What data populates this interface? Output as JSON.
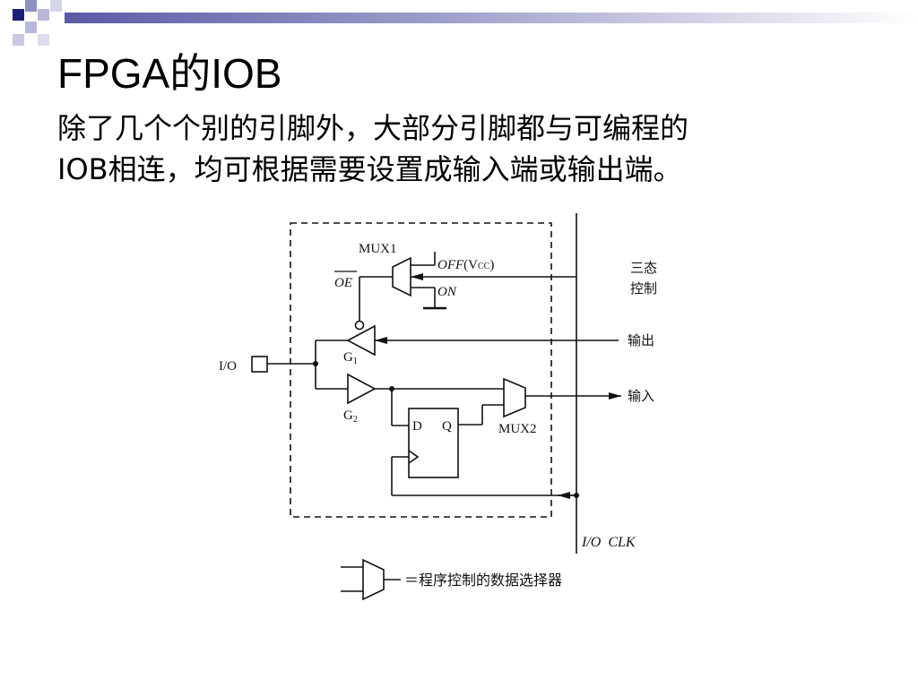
{
  "slide": {
    "title": "FPGA的IOB",
    "body_lines": [
      "除了几个个别的引脚外，大部分引脚都与可编程的",
      "IOB相连，均可根据需要设置成输入端或输出端。"
    ]
  },
  "diagram": {
    "mux1": "MUX1",
    "mux2": "MUX2",
    "off_label": "OFF",
    "vcc_open": "(V",
    "vcc_sub": "CC",
    "vcc_close": ")",
    "on_label": "ON",
    "oe_label": "OE",
    "io_label": "I/O",
    "g1": "G",
    "g1_sub": "1",
    "g2": "G",
    "g2_sub": "2",
    "ff_d": "D",
    "ff_q": "Q",
    "tri_state_line1": "三态",
    "tri_state_line2": "控制",
    "output": "输出",
    "input": "输入",
    "io_clk": "I/O  CLK",
    "legend": "＝程序控制的数据选择器"
  }
}
